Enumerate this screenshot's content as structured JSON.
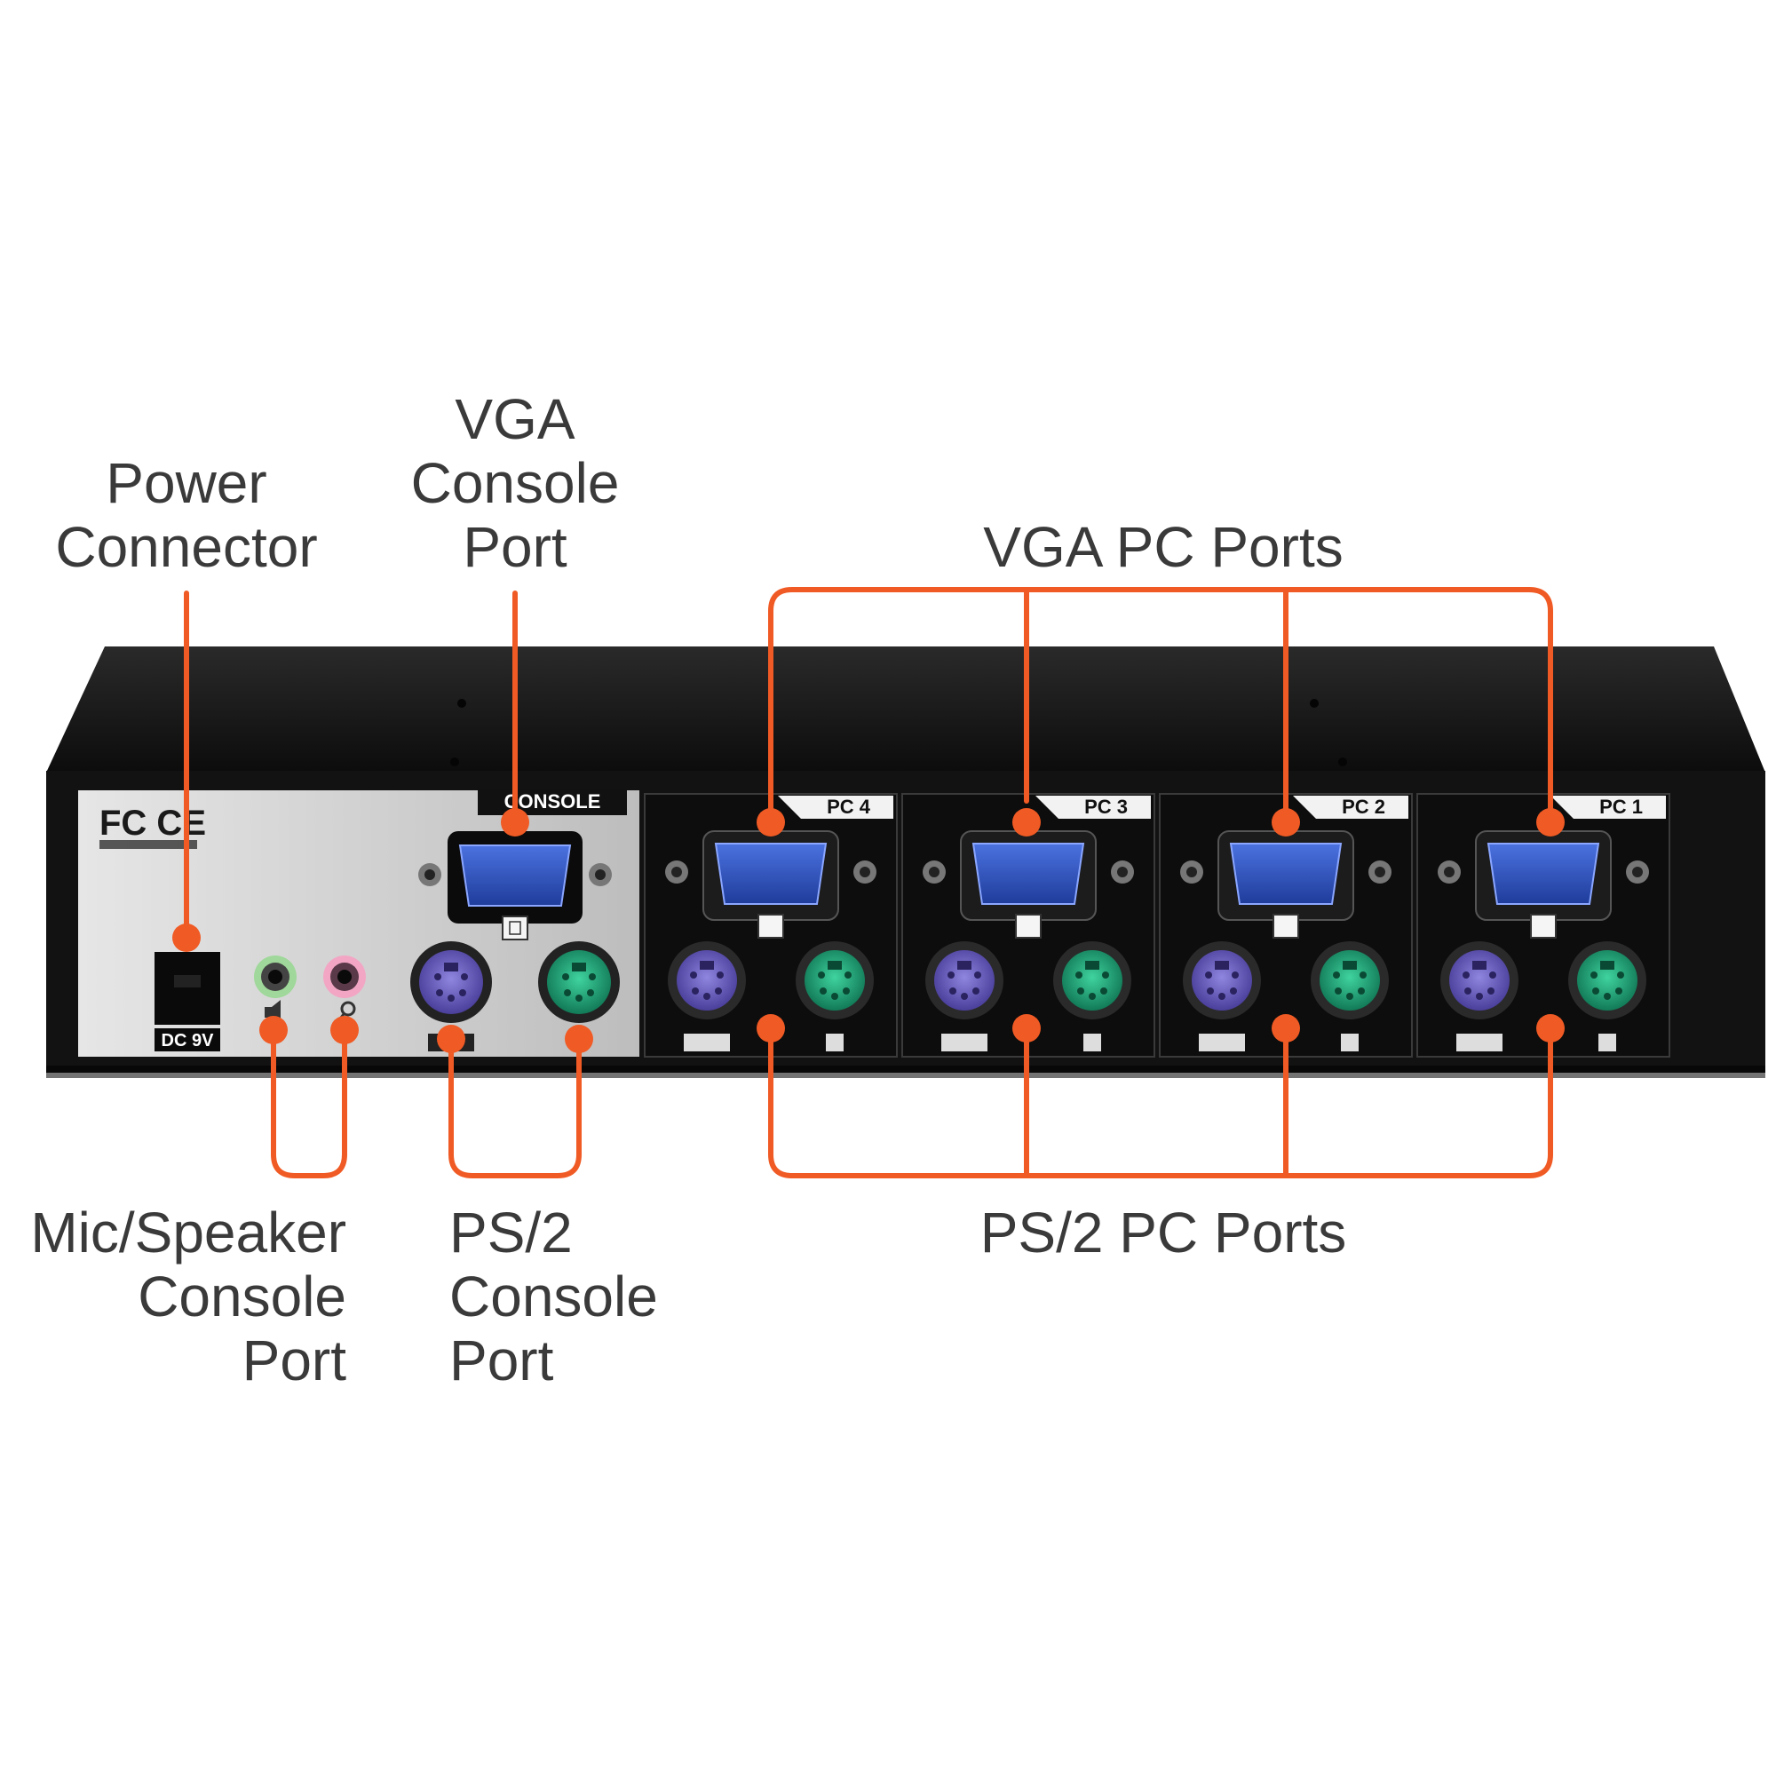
{
  "colors": {
    "leader": "#f05a24",
    "text": "#3a3a3a",
    "chassis": "#151515",
    "console_panel": "#cfcfcf",
    "vga": "#2f56c8",
    "ps2_keyboard": "#7464c8",
    "ps2_mouse": "#25b585"
  },
  "callouts": {
    "power": [
      "Power",
      "Connector"
    ],
    "vga_console": [
      "VGA",
      "Console",
      "Port"
    ],
    "vga_pc": [
      "VGA PC Ports"
    ],
    "audio": [
      "Mic/Speaker",
      "Console",
      "Port"
    ],
    "ps2_console": [
      "PS/2",
      "Console",
      "Port"
    ],
    "ps2_pc": [
      "PS/2 PC Ports"
    ]
  },
  "device": {
    "console_tag": "CONSOLE",
    "power_label": "DC 9V",
    "certification": "FC CE",
    "pc_labels": [
      "PC 4",
      "PC 3",
      "PC 2",
      "PC 1"
    ]
  },
  "icons": [
    "power-jack-icon",
    "speaker-icon",
    "mic-icon",
    "vga-port-icon",
    "ps2-keyboard-port-icon",
    "ps2-mouse-port-icon"
  ]
}
